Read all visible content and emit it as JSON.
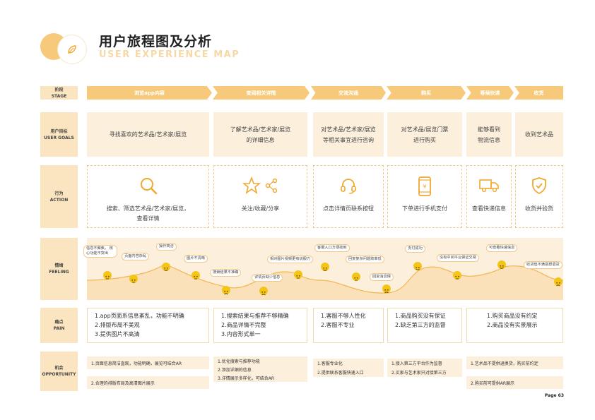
{
  "header": {
    "title": "用户旅程图及分析",
    "subtitle": "USER EXPERIENCE MAP"
  },
  "row_labels": {
    "stage": {
      "cn": "阶段",
      "en": "STAGE"
    },
    "goals": {
      "cn": "用户目标",
      "en": "USER GOALS"
    },
    "action": {
      "cn": "行为",
      "en": "ACTION"
    },
    "feeling": {
      "cn": "情绪",
      "en": "FEELING"
    },
    "pain": {
      "cn": "痛点",
      "en": "PAIN"
    },
    "opportunity": {
      "cn": "机会",
      "en": "OPPORTUNITY"
    }
  },
  "stages": [
    "浏览app内容",
    "查阅相关详情",
    "交流沟通",
    "购买",
    "等候快递",
    "收货"
  ],
  "goals": [
    [
      "寻找喜欢的艺术品/艺术家/展览"
    ],
    [
      "了解艺术品/艺术家/展览",
      "的详细信息"
    ],
    [
      "对艺术品/艺术家/展览",
      "等相关事宜进行咨询"
    ],
    [
      "对艺术品/展览门票",
      "进行购买"
    ],
    [
      "能够看到",
      "物流信息"
    ],
    [
      "收到艺术品"
    ]
  ],
  "actions": [
    {
      "icon": "search-icon",
      "lines": [
        "搜索、筛选艺术品/艺术家/展览，",
        "查看详情"
      ]
    },
    {
      "icon": "star-share-icon",
      "lines": [
        "关注/收藏/分享"
      ]
    },
    {
      "icon": "headset-icon",
      "lines": [
        "点击详情页联系按钮"
      ]
    },
    {
      "icon": "mobile-pay-icon",
      "lines": [
        "下单进行手机支付"
      ]
    },
    {
      "icon": "truck-icon",
      "lines": [
        "查看快递信息"
      ]
    },
    {
      "icon": "shield-check-icon",
      "lines": [
        "收货并验货"
      ]
    }
  ],
  "feelings": [
    {
      "text": "信息不聚焦，\n核心功能不突出",
      "mood": "neutral"
    },
    {
      "text": "页面内容杂乱",
      "mood": "neutral"
    },
    {
      "text": "操作简洁",
      "mood": "happy"
    },
    {
      "text": "图片不清晰",
      "mood": "neutral"
    },
    {
      "text": "搜索结果不准确",
      "mood": "sad"
    },
    {
      "text": "详情页缺少信息",
      "mood": "sad"
    },
    {
      "text": "相对图片视频更有说服力",
      "mood": "neutral"
    },
    {
      "text": "客服入口方便找到",
      "mood": "happy"
    },
    {
      "text": "回复复杂问题效率低",
      "mood": "neutral"
    },
    {
      "text": "回复消息慢",
      "mood": "sad"
    },
    {
      "text": "支付成功",
      "mood": "happy"
    },
    {
      "text": "没有中间平台保证交易",
      "mood": "neutral"
    },
    {
      "text": "可查看快递信息",
      "mood": "happy"
    },
    {
      "text": "收货但不满意想退货",
      "mood": "sad"
    }
  ],
  "pains": [
    [
      "1.app页面系信息紊乱，功能不明确",
      "2.排版布局不美观",
      "3.提供图片不高清"
    ],
    [
      "1.搜索结果与推荐不够精确",
      "2.商品详情不完整",
      "3.内容形式单一"
    ],
    [
      "1.客服不够人性化",
      "2.客服不专业"
    ],
    [
      "1.商品购买没有保证",
      "2.缺乏第三方的监督"
    ],
    [
      "1.购买商品没有约定",
      "2.商品没有实景展示"
    ]
  ],
  "opportunities": [
    [
      "1.页面信息简洁直观，功能明确，展览可结合AR",
      "2.合理的排版布局及高清图片展示"
    ],
    [
      "1.优化搜索与推荐功能",
      "2.添加详细的信息",
      "3.详情展示多样化，可结合AR"
    ],
    [
      "1.客服专业化",
      "2.提供联系客服快速入口"
    ],
    [
      "1.接入第三方平台作为监督",
      "2.买家与艺术家只对接第三方"
    ],
    [
      "1.艺术品不提供退换货，购买前约定",
      "2.购买前可提供AR展示"
    ]
  ],
  "footer": {
    "page": "Page 63"
  },
  "colors": {
    "accent": "#f7c97a",
    "light": "#fcefdc",
    "label": "#fbe5c0",
    "face": "#f4c417"
  }
}
